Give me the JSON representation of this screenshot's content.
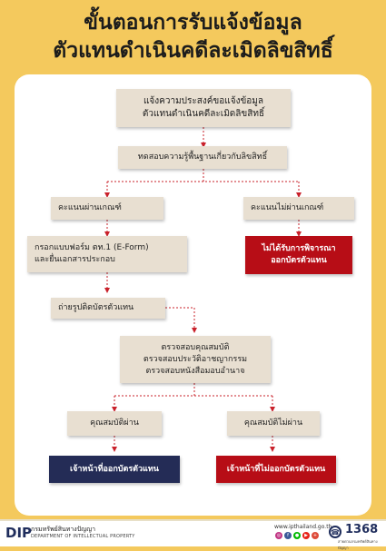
{
  "title": {
    "line1": "ขั้นตอนการรับแจ้งข้อมูล",
    "line2": "ตัวแทนดำเนินคดีละเมิดลิขสิทธิ์"
  },
  "flow": {
    "start_line1": "แจ้งความประสงค์ขอแจ้งข้อมูล",
    "start_line2": "ตัวแทนดำเนินคดีละเมิดลิขสิทธิ์",
    "exam": "ทดสอบความรู้พื้นฐานเกี่ยวกับลิขสิทธิ์",
    "pass": "คะแนนผ่านเกณฑ์",
    "fail": "คะแนนไม่ผ่านเกณฑ์",
    "not_considered_line1": "ไม่ได้รับการพิจารณา",
    "not_considered_line2": "ออกบัตรตัวแทน",
    "form_line1": "กรอกแบบฟอร์ม ตท.1 (E-Form)",
    "form_line2": "และยื่นเอกสารประกอบ",
    "photo": "ถ่ายรูปติดบัตรตัวแทน",
    "check_line1": "ตรวจสอบคุณสมบัติ",
    "check_line2": "ตรวจสอบประวัติอาชญากรรม",
    "check_line3": "ตรวจสอบหนังสือมอบอำนาจ",
    "qualified": "คุณสมบัติผ่าน",
    "not_qualified": "คุณสมบัติไม่ผ่าน",
    "issue_card": "เจ้าหน้าที่ออกบัตรตัวแทน",
    "not_issue_card": "เจ้าหน้าที่ไม่ออกบัตรตัวแทน"
  },
  "footer": {
    "logo": "DIP",
    "dept_th": "กรมทรัพย์สินทางปัญญา",
    "dept_en": "DEPARTMENT OF INTELLECTUAL PROPERTY",
    "website": "www.ipthailand.go.th",
    "hotline": "1368",
    "hotline_sub": "สายด่วนกรมทรัพย์สินทางปัญญา"
  },
  "colors": {
    "background": "#f4c95d",
    "box": "#e8dfd1",
    "negative": "#b70d16",
    "positive": "#242c56",
    "connector": "#c9202a"
  },
  "icons": [
    "instagram-icon",
    "facebook-icon",
    "line-icon",
    "youtube-icon",
    "google-plus-icon",
    "phone-icon"
  ]
}
